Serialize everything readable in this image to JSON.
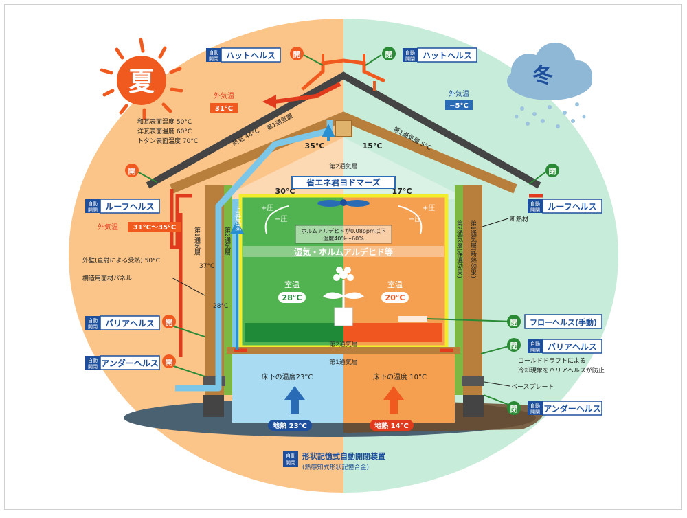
{
  "colors": {
    "summer_bg": "#fbc58a",
    "winter_bg": "#c7ecd9",
    "summer_accent": "#f05a1f",
    "winter_accent": "#2a6bb5",
    "label_blue": "#1d4f9c",
    "open_green": "#2a8a35",
    "roof_dark": "#444444",
    "wood": "#b87f3c",
    "cool_air": "#7cc6e8",
    "yellow_frame": "#f3ec2a",
    "green_room": "#51b34f",
    "orange_room": "#f4a050",
    "ground": "#4a6172"
  },
  "seasons": {
    "summer": "夏",
    "winter": "冬"
  },
  "tag": {
    "line1": "自動",
    "line2": "開閉"
  },
  "labels": {
    "hat_left": "ハットヘルス",
    "hat_right": "ハットヘルス",
    "roof_left": "ルーフヘルス",
    "roof_right": "ルーフヘルス",
    "barrier_left": "バリアヘルス",
    "barrier_right": "バリアヘルス",
    "under_left": "アンダーヘルス",
    "under_right": "アンダーヘルス",
    "floor_right": "フローヘルス(手動)",
    "center": "省エネ君ヨドマーズ",
    "bottom_title": "形状記憶式自動開閉装置",
    "bottom_sub": "(熱感知式形状記憶合金)"
  },
  "states": {
    "open": "開",
    "closed": "閉"
  },
  "temps": {
    "outside_summer_label": "外気温",
    "outside_summer": "31°C",
    "outside_winter_label": "外気温",
    "outside_winter": "−5°C",
    "roof_surface": [
      "和瓦表面温度 50°C",
      "洋瓦表面温度 60°C",
      "トタン表面温度 70°C"
    ],
    "roof_heat": "熱気 44°C",
    "attic_summer": "35°C",
    "attic_winter": "15°C",
    "vent1_winter": "第1通気層 5°C",
    "vent1_summer": "第1通気層",
    "outside_range_label": "外気温",
    "outside_range": "31°C〜35°C",
    "wall_sun": "外壁(直射による受熱) 50°C",
    "wall_panel": "構造用面材パネル",
    "wall_temp": "37°C",
    "wall_cool": "28°C",
    "ceiling_summer": "30°C",
    "ceiling_winter": "17°C",
    "room_summer_label": "室温",
    "room_summer": "28°C",
    "room_winter_label": "室温",
    "room_winter": "20°C",
    "floor_under_summer": "床下の温度23°C",
    "floor_under_winter": "床下の温度 10°C",
    "ground_summer": "地熱 23°C",
    "ground_winter": "地熱 14°C",
    "insulation": "断熱材",
    "cold_draft": [
      "コールドドラフトによる",
      "冷却現象をバリアヘルスが防止"
    ],
    "base_plate": "ベースプレート",
    "humidity_box": [
      "ホルムアルデヒドが0.08ppm以下",
      "湿度40%〜60%"
    ],
    "humidity_band": "湿気・ホルムアルデヒド等",
    "press_plus": "+圧",
    "press_minus": "−圧",
    "second_vent": "第2通気層",
    "first_vent": "第1通気層",
    "wall_vent_left": "第1通気層",
    "wall_vent_left2": "第2通気層",
    "up_air": "上昇気流",
    "wall_vent_right": "第1通気層(断熱効果)",
    "wall_vent_right2": "第2通気層(保温効果)"
  }
}
